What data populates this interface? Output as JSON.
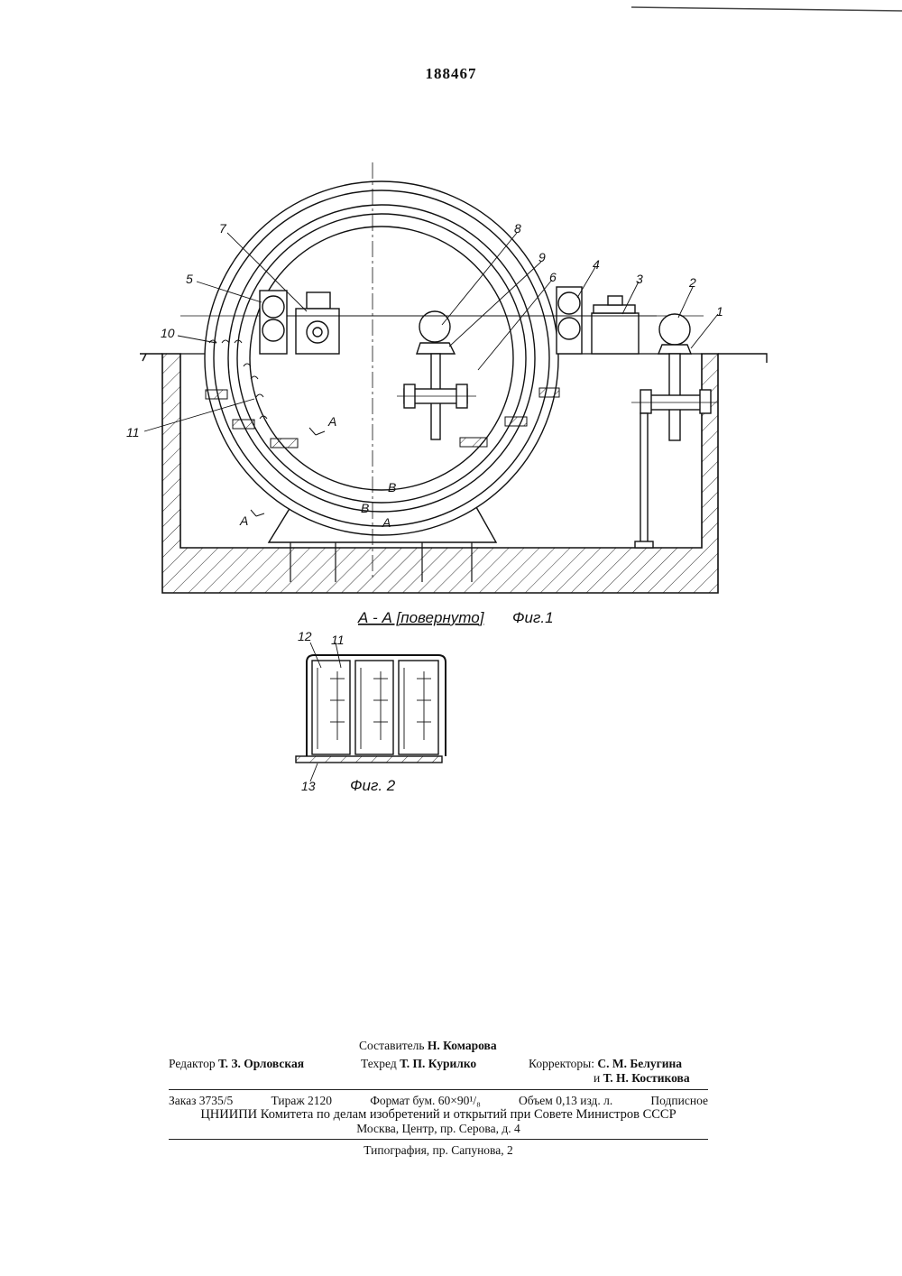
{
  "document": {
    "patent_number": "188467"
  },
  "figure1": {
    "caption": "Фиг.1",
    "labels": {
      "l1": "1",
      "l2": "2",
      "l3": "3",
      "l4": "4",
      "l5": "5",
      "l6": "6",
      "l7": "7",
      "l8": "8",
      "l9": "9",
      "l10": "10",
      "l11": "11",
      "a_top": "A",
      "a_left": "A",
      "a_bottom": "A",
      "b_inner": "B",
      "b_outer": "B"
    }
  },
  "figure2": {
    "section_title": "А - А [повернуто]",
    "caption": "Фиг. 2",
    "labels": {
      "l12": "12",
      "l11": "11",
      "l13": "13"
    }
  },
  "imprint": {
    "compiler_label": "Составитель",
    "compiler_name": "Н. Комарова",
    "editor_label": "Редактор",
    "editor_name": "Т. З. Орловская",
    "techred_label": "Техред",
    "techred_name": "Т. П. Курилко",
    "correctors_label": "Корректоры:",
    "corrector_1": "С. М. Белугина",
    "corrector_2_prefix": "и",
    "corrector_2": "Т. Н. Костикова",
    "order": "Заказ 3735/5",
    "circulation": "Тираж 2120",
    "format": "Формат бум. 60×90¹/₈",
    "volume": "Объем 0,13 изд. л.",
    "subscription": "Подписное",
    "publisher_line": "ЦНИИПИ Комитета по делам изобретений и открытий при Совете Министров СССР",
    "address_line": "Москва, Центр, пр. Серова, д. 4",
    "printing_house": "Типография, пр. Сапунова, 2"
  }
}
